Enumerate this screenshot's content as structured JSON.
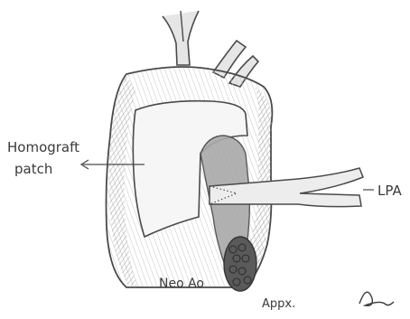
{
  "labels": {
    "homograft_line1": "Homograft",
    "homograft_line2": "patch",
    "lpa": "LPA",
    "neo_ao": "Neo Ao",
    "appx": "Appx."
  },
  "colors": {
    "paper": "#ffffff",
    "pencil": "#4a4a4a",
    "shade": "#b8b8b8",
    "dark_shade": "#6e6e6e",
    "patch": "#f4f4f4"
  }
}
